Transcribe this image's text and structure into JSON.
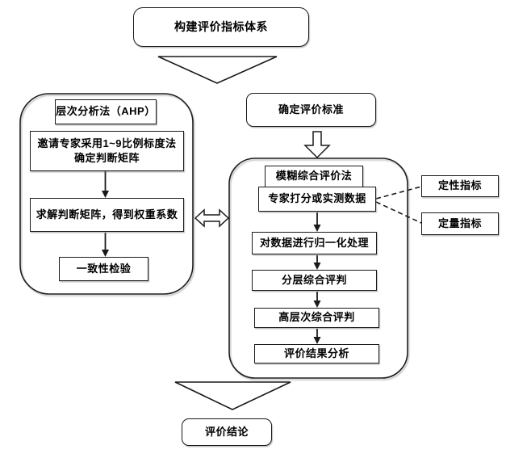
{
  "flowchart": {
    "title": "构建评价指标体系",
    "standard": "确定评价标准",
    "ahp": {
      "label": "层次分析法（AHP）",
      "steps": [
        "邀请专家采用1~9比例标度法确定判断矩阵",
        "求解判断矩阵，得到权重系数",
        "一致性检验"
      ]
    },
    "fuzzy": {
      "label": "模糊综合评价法",
      "steps": [
        "专家打分或实测数据",
        "对数据进行归一化处理",
        "分层综合评判",
        "高层次综合评判",
        "评价结果分析"
      ]
    },
    "indicators": [
      "定性指标",
      "定量指标"
    ],
    "conclusion": "评价结论",
    "colors": {
      "line": "#1a1a1a",
      "fill": "#ffffff",
      "background": "#ffffff"
    }
  }
}
